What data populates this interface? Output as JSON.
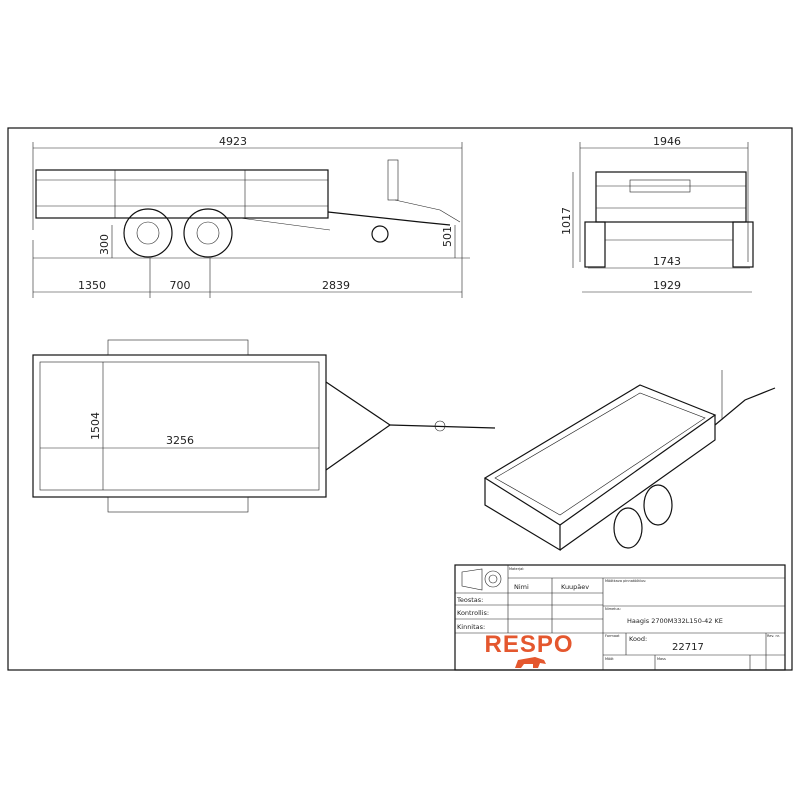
{
  "side_view": {
    "overall_length": "4923",
    "axle_front": "1350",
    "axle_spacing": "700",
    "drawbar": "2839",
    "ground_clearance": "300",
    "coupling_height": "501"
  },
  "front_view": {
    "overall_width": "1946",
    "height": "1017",
    "track_inner": "1743",
    "track_outer": "1929"
  },
  "top_view": {
    "box_width": "1504",
    "box_length": "3256"
  },
  "title_block": {
    "material_label": "Materjal:",
    "name_col": "Nimi",
    "date_col": "Kuupäev",
    "surface_label": "Mõõtkava pinnatöötlus:",
    "rows": [
      "Teostas:",
      "Kontrollis:",
      "Kinnitas:"
    ],
    "title_label": "Nimetus:",
    "title": "Haagis 2700M332L150-42 KE",
    "format_label": "Formaat",
    "code_label": "Kood:",
    "code": "22717",
    "rev_label": "Rev. nr.",
    "scale_label": "Mõõt",
    "mass_label": "Mass",
    "logo": "RESPO"
  }
}
